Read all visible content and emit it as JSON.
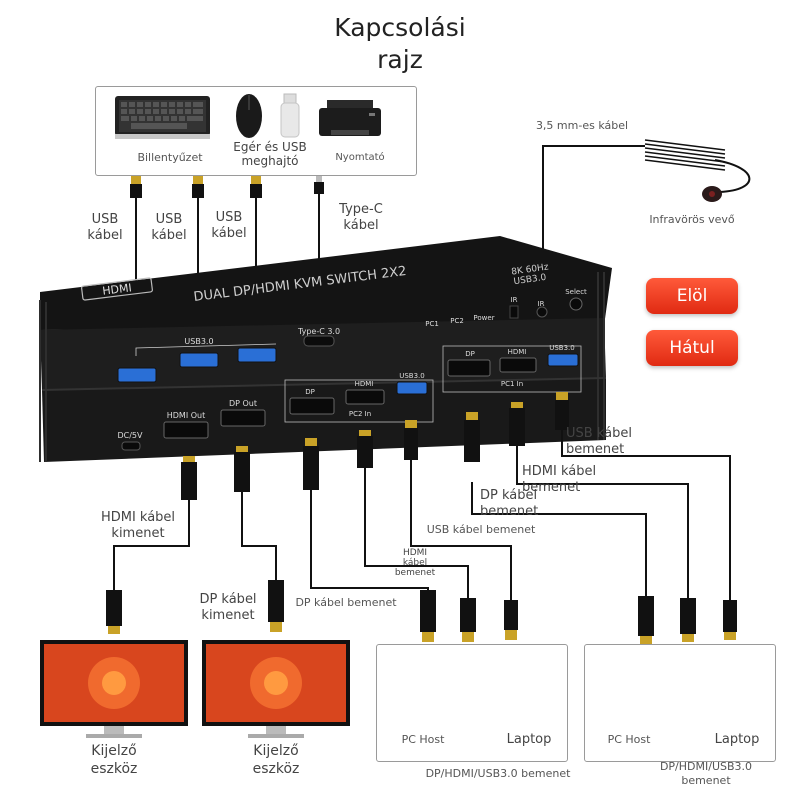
{
  "title": {
    "line1": "Kapcsolási",
    "line2": "rajz"
  },
  "peripherals": {
    "keyboard": "Billentyűzet",
    "mouse_usb_line1": "Egér és USB",
    "mouse_usb_line2": "meghajtó",
    "printer": "Nyomtató"
  },
  "top_cables": {
    "usb1": [
      "USB",
      "kábel"
    ],
    "usb2": [
      "USB",
      "kábel"
    ],
    "usb3": [
      "USB",
      "kábel"
    ],
    "typec": [
      "Type-C",
      "kábel"
    ],
    "jack": "3,5 mm-es kábel",
    "ir_receiver": "Infravörös vevő"
  },
  "buttons": {
    "front": "Elöl",
    "back": "Hátul"
  },
  "device": {
    "logo": "HDMI",
    "model": "DUAL DP/HDMI KVM SWITCH 2X2",
    "spec_line1": "8K 60Hz",
    "spec_line2": "USB3.0",
    "front_labels": {
      "pc1": "PC1",
      "pc2": "PC2",
      "power": "Power",
      "ir1": "IR",
      "ir2": "IR",
      "select": "Select"
    },
    "usb30": "USB3.0",
    "typec30": "Type-C 3.0",
    "rear_labels": {
      "dc": "DC/5V",
      "hdmi_out": "HDMI Out",
      "dp_out": "DP Out",
      "dp": "DP",
      "hdmi": "HDMI",
      "usb": "USB3.0",
      "pc2_in": "PC2 In",
      "dp_b": "DP",
      "hdmi_b": "HDMI",
      "usb_b": "USB3.0",
      "pc1_in": "PC1 In"
    }
  },
  "bottom_cables": {
    "hdmi_out": [
      "HDMI kábel",
      "kimenet"
    ],
    "dp_out": [
      "DP kábel",
      "kimenet"
    ],
    "dp_in": "DP kábel bemenet",
    "hdmi_in_small": [
      "HDMI",
      "kábel",
      "bemenet"
    ],
    "usb_in": "USB kábel bemenet",
    "usb_in_right": [
      "USB kábel",
      "bemenet"
    ],
    "hdmi_in_right": [
      "HDMI kábel",
      "bemenet"
    ],
    "dp_in_right": [
      "DP kábel",
      "bemenet"
    ]
  },
  "displays": {
    "left": [
      "Kijelző",
      "eszköz"
    ],
    "right": [
      "Kijelző",
      "eszköz"
    ]
  },
  "hosts": {
    "group1": {
      "pc": "PC Host",
      "laptop": "Laptop",
      "caption": "DP/HDMI/USB3.0 bemenet"
    },
    "group2": {
      "pc": "PC Host",
      "laptop": "Laptop",
      "caption_line1": "DP/HDMI/USB3.0",
      "caption_line2": "bemenet"
    }
  },
  "colors": {
    "button_red": "#e8361c",
    "device_black": "#1e1e1e",
    "usb_blue": "#2a6fd6",
    "gold": "#c9a227"
  }
}
